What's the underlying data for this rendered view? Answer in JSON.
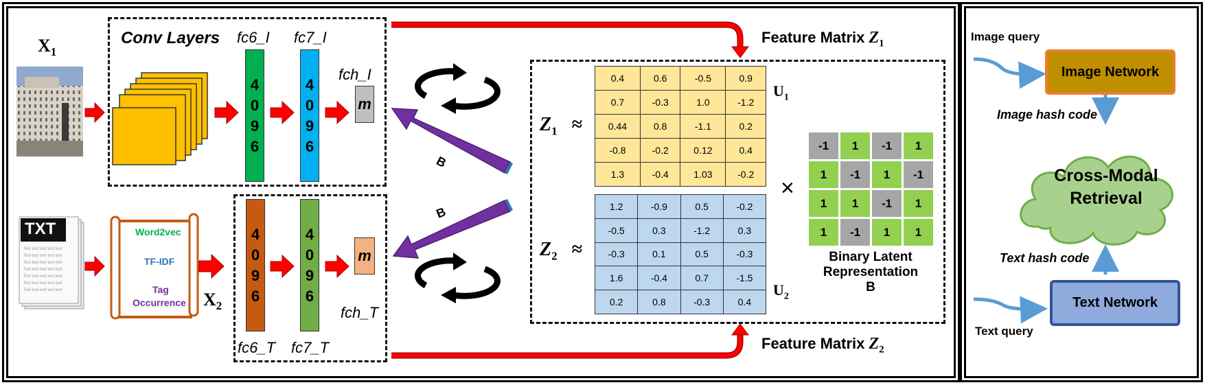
{
  "left": {
    "x1_var": "X",
    "x1_sub": "1",
    "x2_var": "X",
    "x2_sub": "2",
    "conv_title": "Conv Layers",
    "image_branch": {
      "fc6_label": "fc6_I",
      "fc7_label": "fc7_I",
      "fch_label": "fch_I",
      "fc6_digits": [
        "4",
        "0",
        "9",
        "6"
      ],
      "fc7_digits": [
        "4",
        "0",
        "9",
        "6"
      ],
      "m": "m"
    },
    "text_branch": {
      "fc6_label": "fc6_T",
      "fc7_label": "fc7_T",
      "fch_label": "fch_T",
      "fc6_digits": [
        "4",
        "0",
        "9",
        "6"
      ],
      "fc7_digits": [
        "4",
        "0",
        "9",
        "6"
      ],
      "m": "m"
    },
    "doc_header": "TXT",
    "doc_line": "Text text text text text",
    "scroll_items": [
      "Word2vec",
      "TF-IDF",
      "Tag",
      "Occurrence"
    ],
    "b_label_1": "B",
    "b_label_2": "B",
    "feature_matrix_1": "Feature Matrix ",
    "feature_matrix_1_var": "Z",
    "feature_matrix_1_sub": "1",
    "feature_matrix_2": "Feature Matrix ",
    "feature_matrix_2_var": "Z",
    "feature_matrix_2_sub": "2",
    "z1_var": "Z",
    "z1_sub": "1",
    "z2_var": "Z",
    "z2_sub": "2",
    "approx": "≈",
    "times": "×",
    "u1": "U",
    "u1_sub": "1",
    "u2": "U",
    "u2_sub": "2",
    "u1_matrix": [
      [
        "0.4",
        "0.6",
        "-0.5",
        "0.9"
      ],
      [
        "0.7",
        "-0.3",
        "1.0",
        "-1.2"
      ],
      [
        "0.44",
        "0.8",
        "-1.1",
        "0.2"
      ],
      [
        "-0.8",
        "-0.2",
        "0.12",
        "0.4"
      ],
      [
        "1.3",
        "-0.4",
        "1.03",
        "-0.2"
      ]
    ],
    "u2_matrix": [
      [
        "1.2",
        "-0.9",
        "0.5",
        "-0.2"
      ],
      [
        "-0.5",
        "0.3",
        "-1.2",
        "0.3"
      ],
      [
        "-0.3",
        "0.1",
        "0.5",
        "-0.3"
      ],
      [
        "1.6",
        "-0.4",
        "0.7",
        "-1.5"
      ],
      [
        "0.2",
        "0.8",
        "-0.3",
        "0.4"
      ]
    ],
    "b_matrix": [
      [
        "-1",
        "1",
        "-1",
        "1"
      ],
      [
        "1",
        "-1",
        "1",
        "-1"
      ],
      [
        "1",
        "1",
        "-1",
        "1"
      ],
      [
        "1",
        "-1",
        "1",
        "1"
      ]
    ],
    "binary_caption": [
      "Binary Latent",
      "Representation",
      "B"
    ]
  },
  "right": {
    "image_query": "Image query",
    "image_network": "Image Network",
    "image_hash": "Image hash code",
    "retrieval": [
      "Cross-Modal",
      "Retrieval"
    ],
    "text_hash": "Text hash code",
    "text_network": "Text Network",
    "text_query": "Text query"
  },
  "colors": {
    "conv_yellow": "#FFC000",
    "fc6_image": "#00B050",
    "fc7_image": "#00B0F0",
    "fch_image": "#BFBFBF",
    "fc6_text": "#C55A11",
    "fc7_text": "#70AD47",
    "fch_text": "#F4B183",
    "arrow_red": "#FF0000",
    "arrow_purple": "#7030A0",
    "u1_fill": "#FFE699",
    "u2_fill": "#BDD7EE",
    "bin_green": "#92D050",
    "bin_gray": "#A6A6A6",
    "image_net": "#BF8F00",
    "image_net_border": "#ED7D31",
    "text_net": "#8FAADC",
    "text_net_border": "#2F5597",
    "cloud": "#A9D18E",
    "blue_arrow": "#5B9BD5"
  }
}
